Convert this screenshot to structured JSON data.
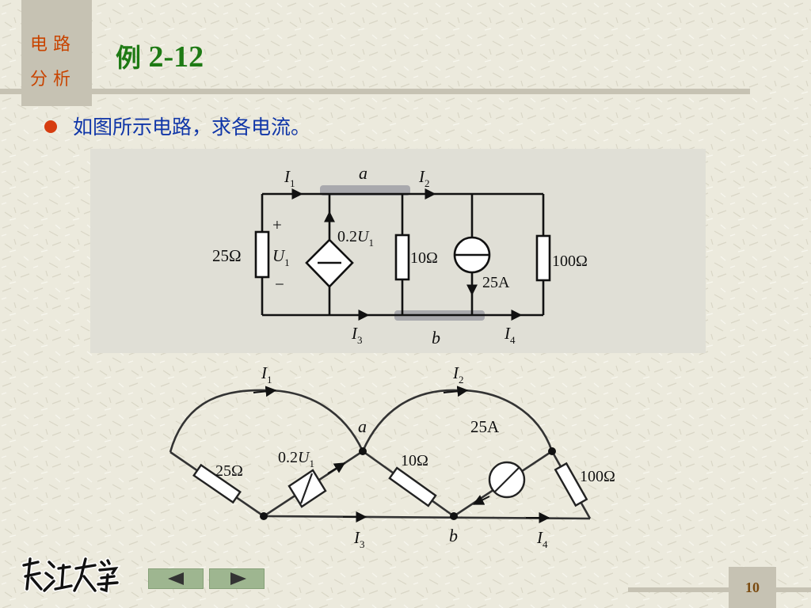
{
  "header": {
    "course_line1": "电 路",
    "course_line2": "分 析",
    "title_prefix": "例",
    "title_number": "2-12"
  },
  "problem": {
    "text": "如图所示电路，求各电流。"
  },
  "circuit": {
    "I1": "I",
    "I1_sub": "1",
    "I2": "I",
    "I2_sub": "2",
    "I3": "I",
    "I3_sub": "3",
    "I4": "I",
    "I4_sub": "4",
    "node_a": "a",
    "node_b": "b",
    "R1": "25Ω",
    "U1_var": "U",
    "U1_sub": "1",
    "plus": "+",
    "minus": "−",
    "dep_coef": "0.2",
    "dep_var": "U",
    "dep_sub": "1",
    "R2": "10Ω",
    "Is": "25A",
    "R3": "100Ω"
  },
  "footer": {
    "logo_text": "长江大学",
    "prev_button": "previous",
    "next_button": "next",
    "page_number": "10"
  },
  "colors": {
    "background": "#ECEADD",
    "badge": "#C6C2B3",
    "title": "#1E7A14",
    "problem_text": "#1036A8",
    "bullet": "#D63D10",
    "nav": "#9EB690"
  }
}
